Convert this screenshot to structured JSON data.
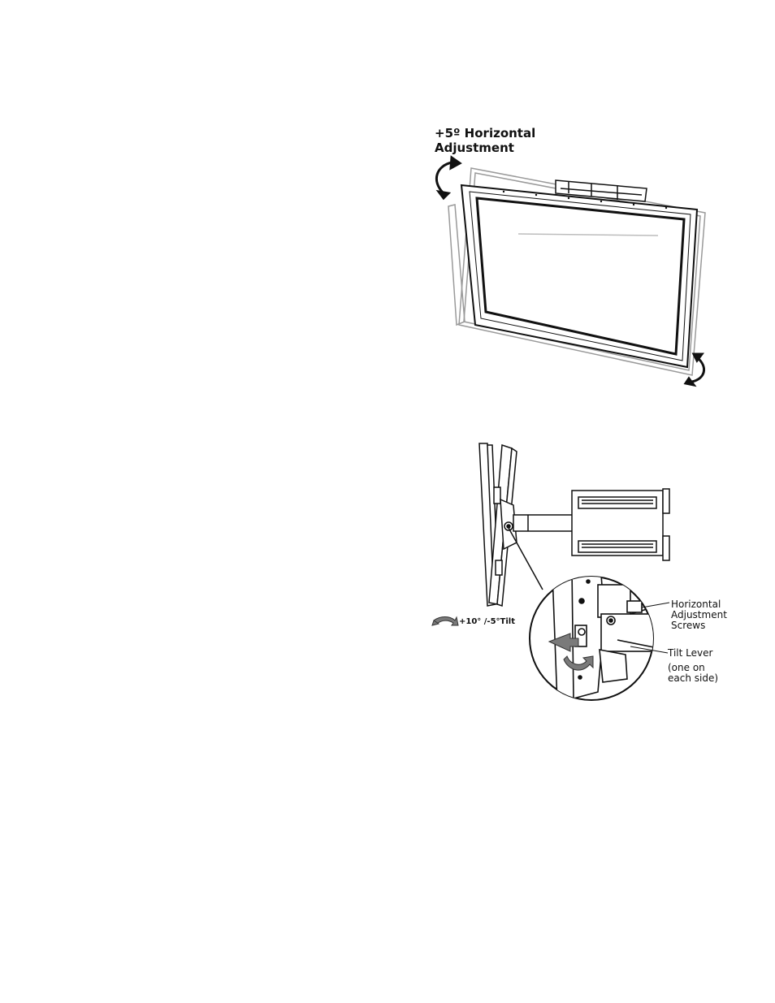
{
  "figure_top": {
    "label_line1": "+5º Horizontal",
    "label_line2": "Adjustment"
  },
  "figure_bottom": {
    "tilt_label": "+10° /-5°Tilt",
    "callout_screws": [
      "Horizontal",
      "Adjustment",
      "Screws"
    ],
    "callout_lever": [
      "Tilt Lever",
      "(one on",
      "each side)"
    ]
  },
  "colors": {
    "line": "#111111",
    "ghost_line": "#9a9a9a",
    "arrow_gray": "#7a7a7a",
    "background": "#ffffff"
  }
}
